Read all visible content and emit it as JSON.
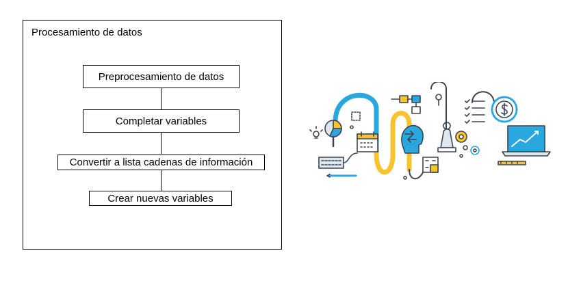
{
  "diagram": {
    "title": "Procesamiento de datos",
    "steps": [
      "Preprocesamiento de datos",
      "Completar variables",
      "Convertir a lista cadenas de información",
      "Crear nuevas variables"
    ]
  },
  "illustration": {
    "icons": [
      "lightbulb-icon",
      "pie-chart-icon",
      "calendar-icon",
      "keyboard-icon",
      "pencil-icon",
      "head-arrows-icon",
      "chess-knight-icon",
      "keyhole-icon",
      "network-icon",
      "checklist-icon",
      "dollar-coin-icon",
      "gear-icon",
      "laptop-chart-icon",
      "calculator-icon",
      "ruler-icon"
    ],
    "colors": {
      "blue": "#2aa7df",
      "yellow": "#f6c431",
      "outline": "#3d4350",
      "light": "#dfe7ee"
    }
  }
}
